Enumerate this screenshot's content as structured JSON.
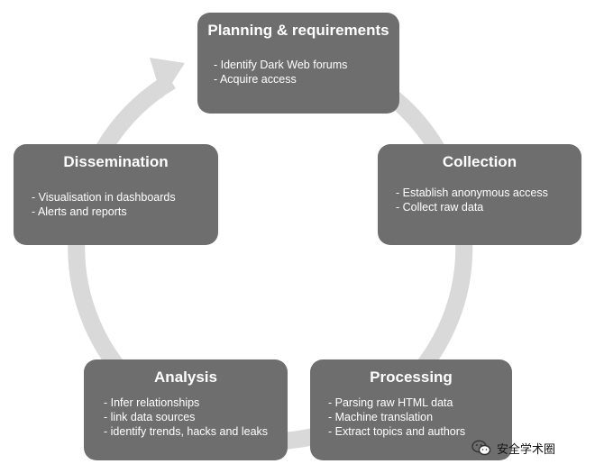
{
  "colors": {
    "box_fill": "#6e6e6e",
    "box_text": "#ffffff",
    "ring": "#d9d9d9"
  },
  "stages": [
    {
      "title": "Planning & requirements",
      "items": [
        "- Identify Dark Web forums",
        "- Acquire access"
      ]
    },
    {
      "title": "Collection",
      "items": [
        "- Establish anonymous access",
        "- Collect raw data"
      ]
    },
    {
      "title": "Processing",
      "items": [
        "- Parsing raw HTML data",
        "- Machine translation",
        "- Extract topics and authors"
      ]
    },
    {
      "title": "Analysis",
      "items": [
        "- Infer relationships",
        "- link data sources",
        "- identify trends, hacks and leaks"
      ]
    },
    {
      "title": "Dissemination",
      "items": [
        "- Visualisation in dashboards",
        "- Alerts and reports"
      ]
    }
  ],
  "watermark": {
    "text": "安全学术圈",
    "icon": "wechat-icon"
  }
}
